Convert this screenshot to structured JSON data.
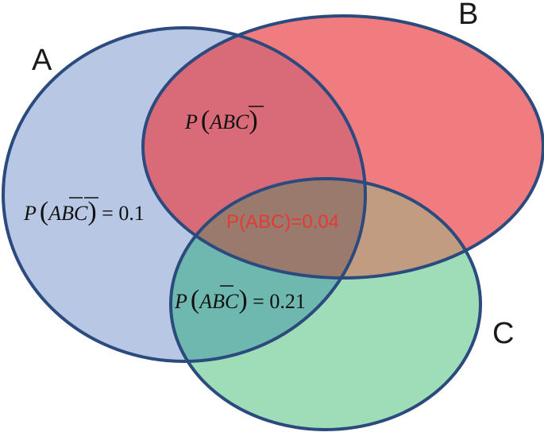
{
  "sets": {
    "a": {
      "label": "A",
      "fill": "#b8c8e4"
    },
    "b": {
      "label": "B",
      "fill": "#f07c80"
    },
    "c": {
      "label": "C",
      "fill": "#9fdcb8"
    }
  },
  "outline_color": "#2b4a7e",
  "labels": {
    "ab_notc": {
      "p": "P",
      "a": "A",
      "b": "B",
      "c": "C"
    },
    "a_notb_notc": {
      "p": "P",
      "a": "A",
      "b": "B",
      "c": "C",
      "eq": " = ",
      "value": "0.1"
    },
    "abc": {
      "text": "P(ABC)=0.04",
      "color": "#e53935"
    },
    "a_notb_c": {
      "p": "P",
      "a": "A",
      "b": "B",
      "c": "C",
      "eq": " = ",
      "value": "0.21"
    }
  }
}
